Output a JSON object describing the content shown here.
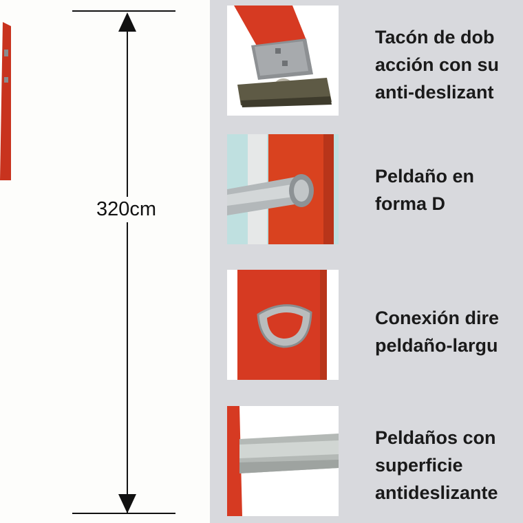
{
  "dimension": {
    "label": "320cm"
  },
  "features": [
    {
      "caption_lines": [
        "Tacón de dob",
        "acción con su",
        "anti-deslizant"
      ],
      "icon": "foot-pad-icon"
    },
    {
      "caption_lines": [
        "Peldaño en",
        "forma D"
      ],
      "icon": "d-rung-icon"
    },
    {
      "caption_lines": [
        "Conexión dire",
        "peldaño-largu"
      ],
      "icon": "rung-connection-icon"
    },
    {
      "caption_lines": [
        "Peldaños con",
        "superficie",
        "antideslizante"
      ],
      "icon": "antislip-rung-icon"
    }
  ],
  "colors": {
    "rail_red": "#d63a22",
    "panel_gray": "#d8d9dd",
    "metal": "#a9acae"
  }
}
